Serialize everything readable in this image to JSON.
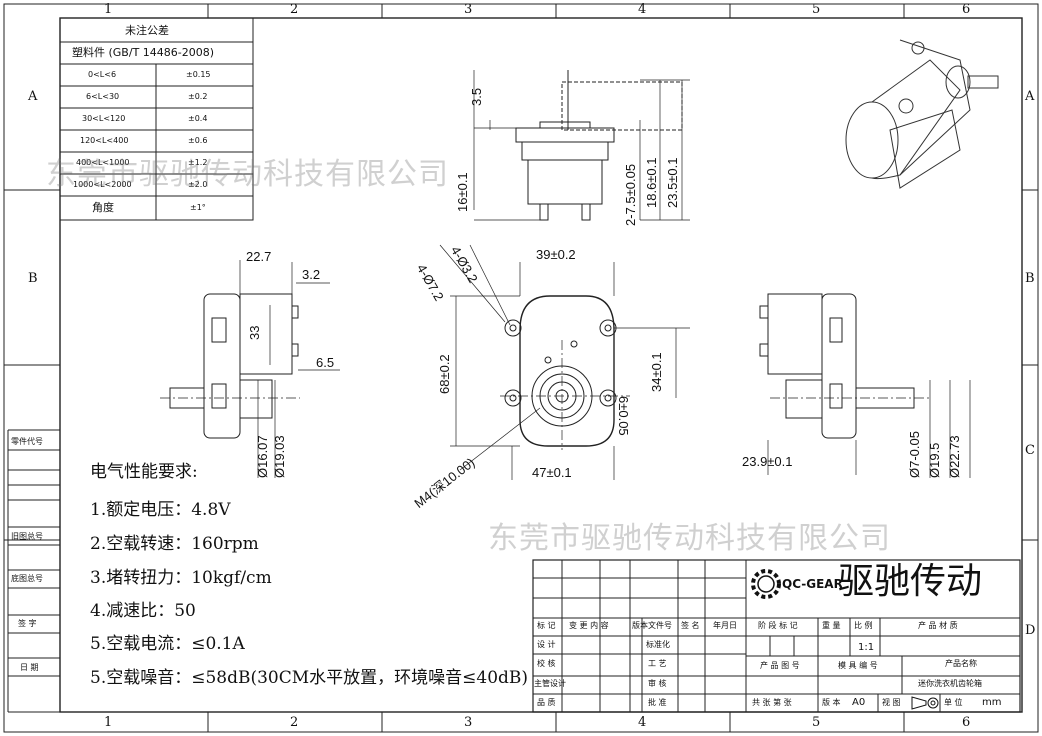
{
  "zones": {
    "columns": [
      "1",
      "2",
      "3",
      "4",
      "5",
      "6"
    ],
    "rows": [
      "A",
      "B",
      "C",
      "D"
    ]
  },
  "tolerance_table": {
    "title": "未注公差",
    "standard": "塑料件 (GB/T 14486-2008)",
    "rows": [
      {
        "range": "0<L<6",
        "tol": "±0.15"
      },
      {
        "range": "6<L<30",
        "tol": "±0.2"
      },
      {
        "range": "30<L<120",
        "tol": "±0.4"
      },
      {
        "range": "120<L<400",
        "tol": "±0.6"
      },
      {
        "range": "400<L<1000",
        "tol": "±1.2"
      },
      {
        "range": "1000<L<2000",
        "tol": "±2.0"
      },
      {
        "range": "角度",
        "tol": "±1°"
      }
    ]
  },
  "left_labels": [
    "零件代号",
    "旧图总号",
    "底图总号",
    "签 字",
    "日 期"
  ],
  "watermarks": [
    "东莞市驱驰传动科技有限公司",
    "东莞市驱驰传动科技有限公司"
  ],
  "requirements": {
    "title": "电气性能要求:",
    "items": [
      "1.额定电压：4.8V",
      "2.空载转速：160rpm",
      "3.堵转扭力：10kgf/cm",
      "4.减速比：50",
      "5.空载电流：≤0.1A",
      "5.空载噪音：≤58dB(30CM水平放置，环境噪音≤40dB)"
    ]
  },
  "dimensions": {
    "top": [
      "3.5",
      "16±0.1",
      "2-7.5±0.05",
      "18.6±0.1",
      "23.5±0.1"
    ],
    "left": [
      "22.7",
      "3.2",
      "33",
      "6.5",
      "Ø16.07",
      "Ø19.03"
    ],
    "front": [
      "4-Ø7.2",
      "4-Ø3.2",
      "39±0.2",
      "68±0.2",
      "34±0.1",
      "6±0.05",
      "M4(深10.00)",
      "47±0.1"
    ],
    "right": [
      "23.9±0.1",
      "Ø7-0.05",
      "Ø19.5",
      "Ø22.73"
    ]
  },
  "title_block": {
    "logo_text": "QC-GEAR",
    "company": "驱驰传动",
    "row_labels": [
      "标 记",
      "变 更 内 容",
      "版本文件号",
      "签 名",
      "年月日"
    ],
    "left_col": [
      "设 计",
      "校 核",
      "主管设计",
      "品 质"
    ],
    "mid_col": [
      "标准化",
      "工 艺",
      "审 核",
      "批 准"
    ],
    "stage_row": [
      "阶 段 标 记",
      "重 量",
      "比 例",
      "产 品 材 质"
    ],
    "scale": "1:1",
    "drawing_no_label": "产 品 图 号",
    "mold_no_label": "模 具 编 号",
    "product_name_label": "产品名称",
    "product_name": "迷你洗衣机齿轮箱",
    "sheet_text": "共 张 第 张",
    "version_label": "版 本",
    "version": "A0",
    "view_label": "视 图",
    "unit_label": "单 位",
    "unit": "mm"
  }
}
